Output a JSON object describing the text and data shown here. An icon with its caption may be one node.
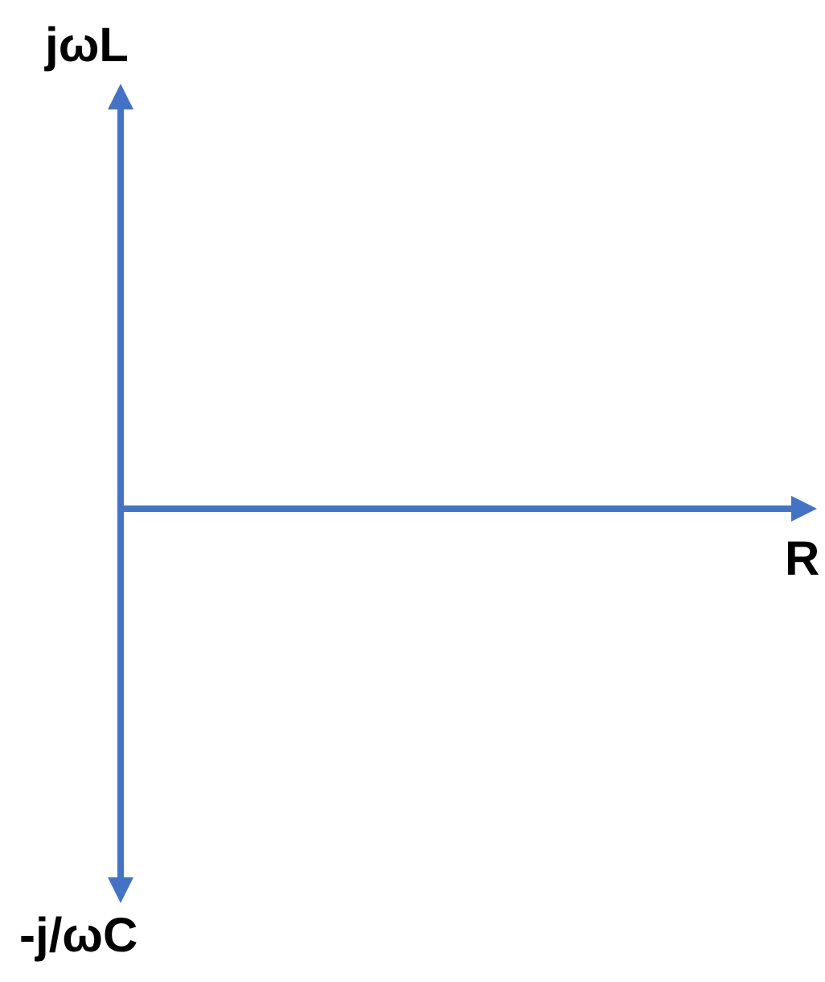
{
  "diagram": {
    "labels": [
      "jωL",
      "R",
      "-j/ωC"
    ]
  }
}
